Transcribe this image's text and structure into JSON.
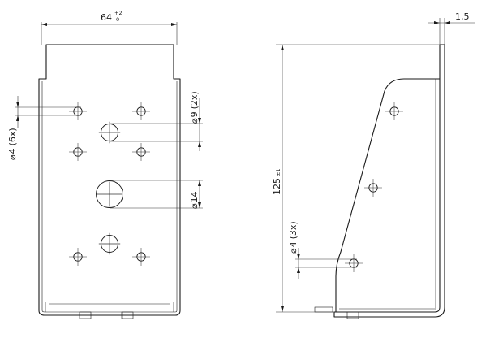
{
  "dimensions": {
    "width": {
      "value": "64",
      "tol_upper": "+2",
      "tol_lower": "0"
    },
    "thickness": {
      "value": "1,5"
    },
    "height": {
      "value": "125",
      "tol": "±1"
    },
    "hole_small_front": {
      "symbol": "⌀",
      "value": "4",
      "count": "(6x)"
    },
    "hole_medium": {
      "symbol": "⌀",
      "value": "9",
      "count": "(2x)"
    },
    "hole_large": {
      "symbol": "⌀",
      "value": "14"
    },
    "hole_small_side": {
      "symbol": "⌀",
      "value": "4",
      "count": "(3x)"
    }
  }
}
